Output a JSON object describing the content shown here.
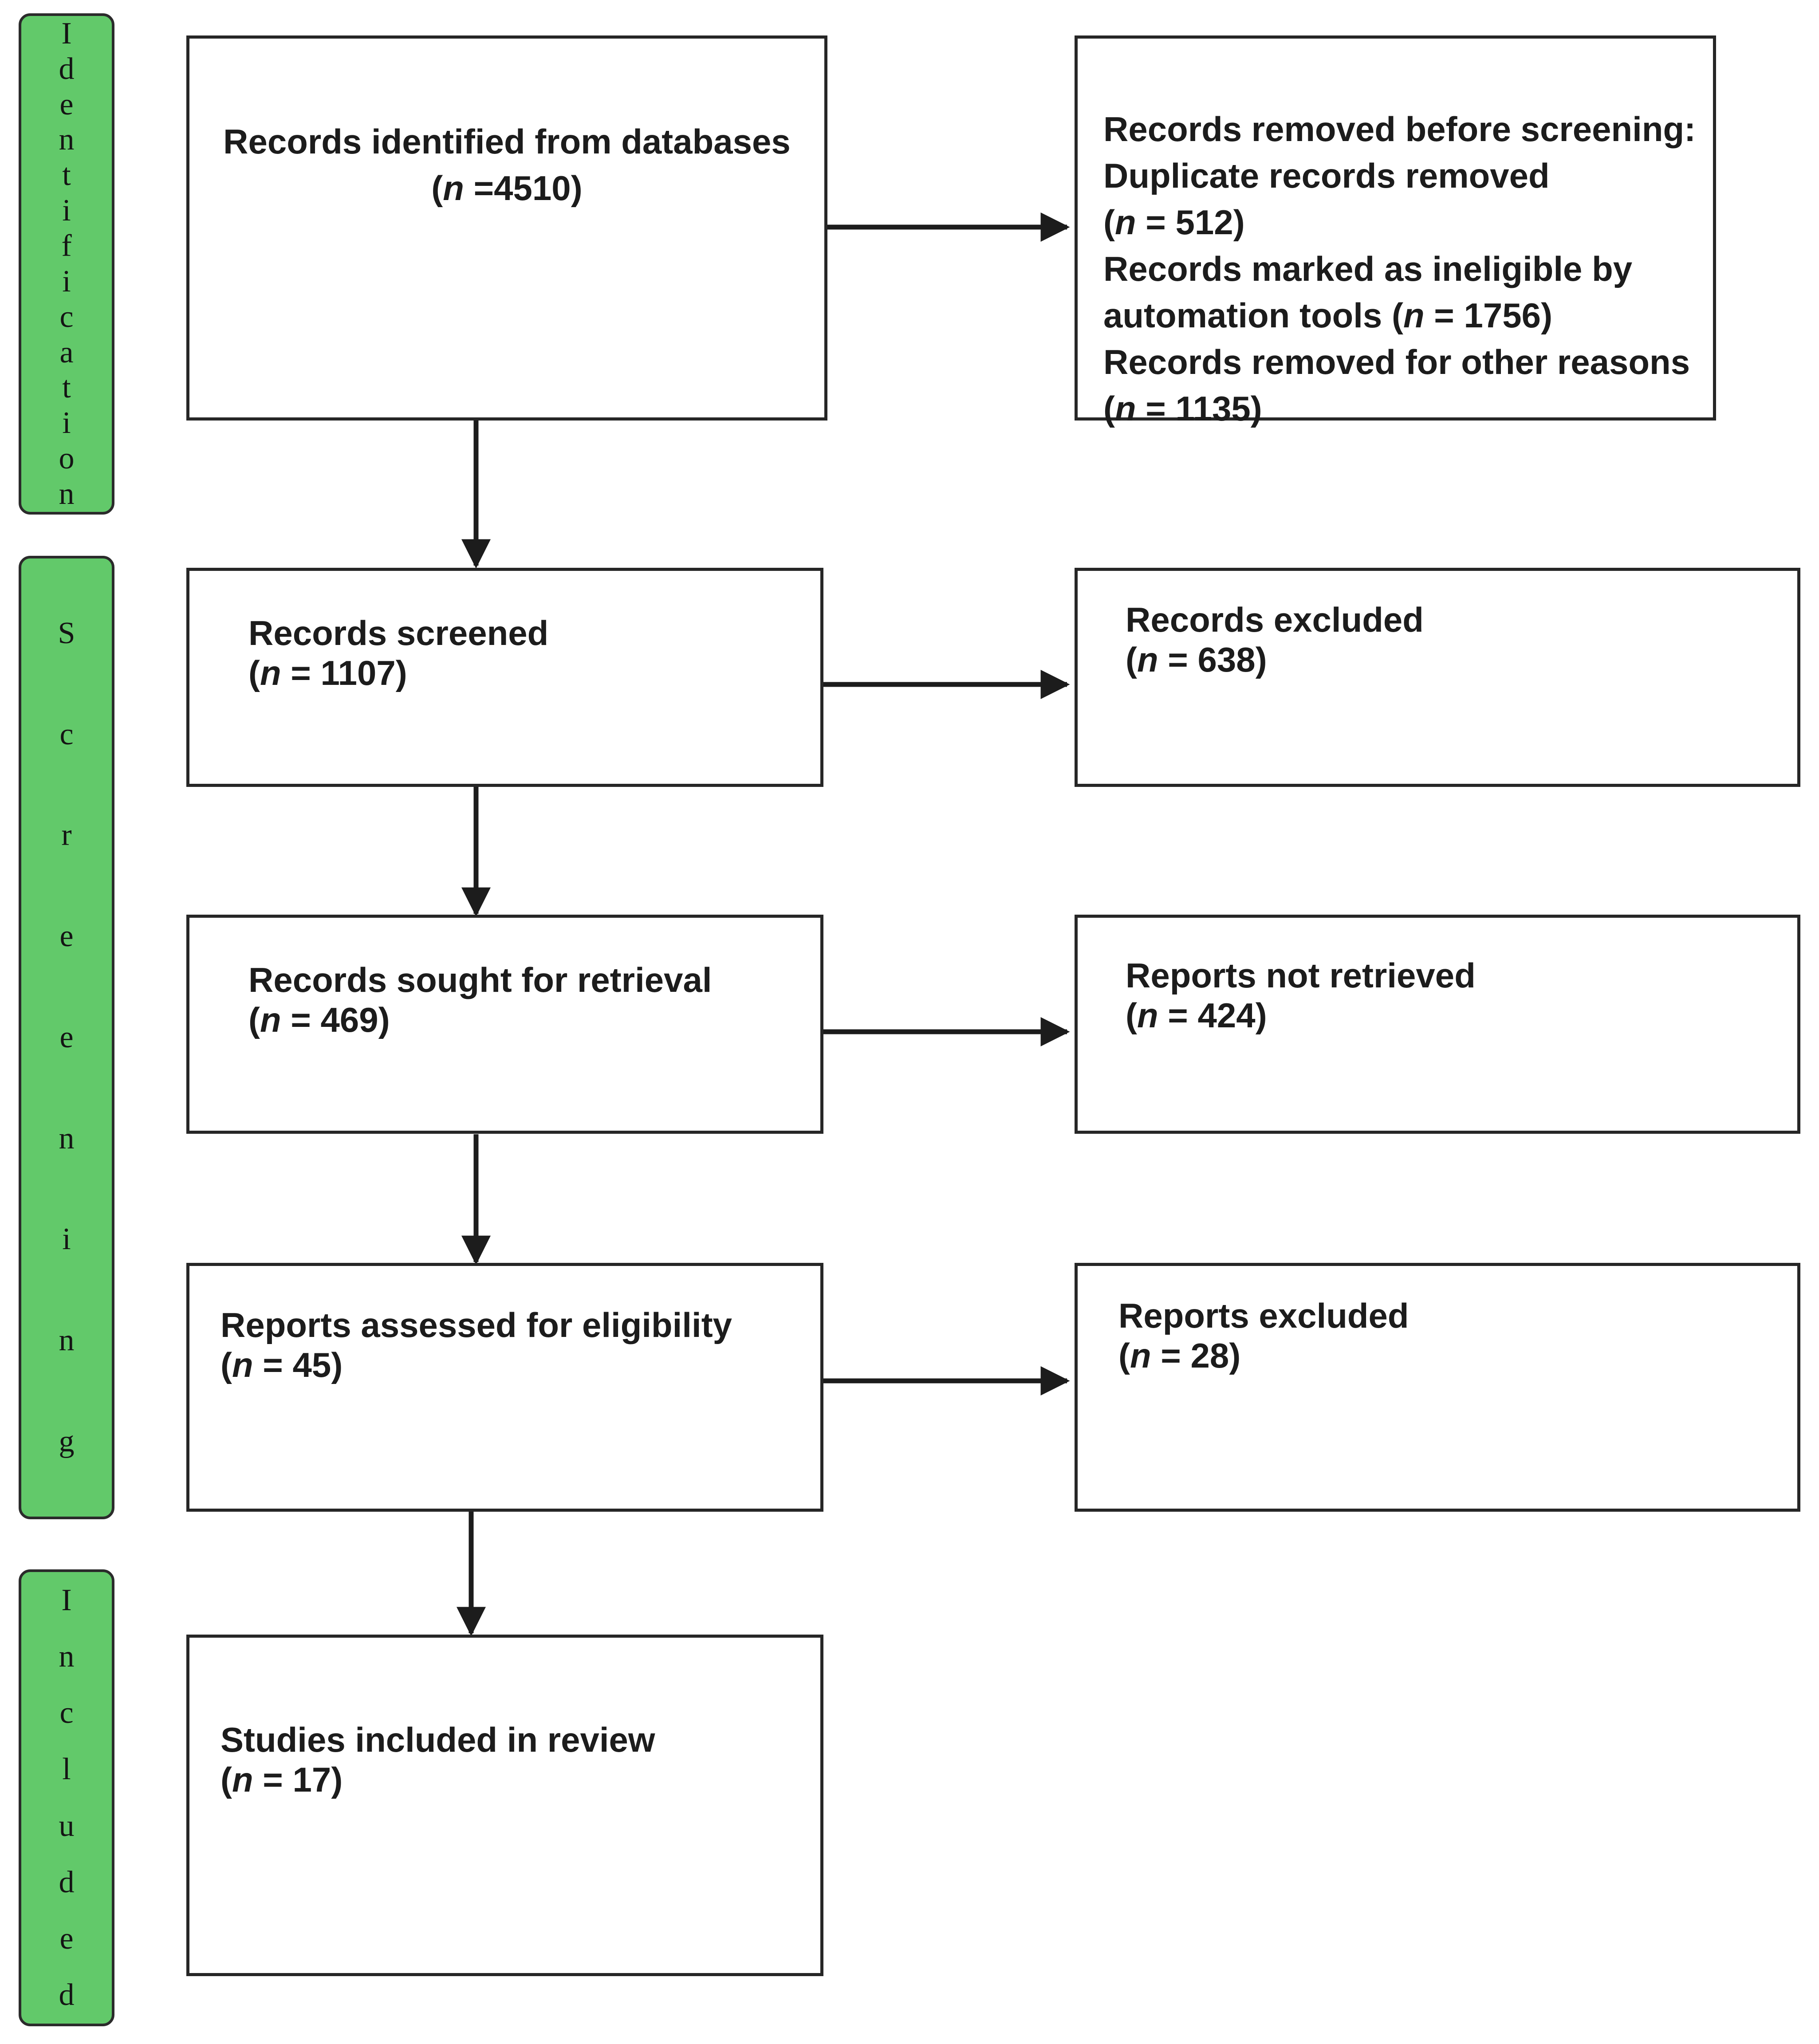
{
  "phases": {
    "identification": "Identification",
    "screening": "Screening",
    "included": "Included"
  },
  "boxes": {
    "identified": {
      "title": "Records identified from databases",
      "count": "4510",
      "count_sep": " ="
    },
    "removed": {
      "line1": "Records removed before screening:",
      "line2": "Duplicate records removed",
      "dup_count": "512",
      "line4": "Records marked as ineligible by",
      "line5": "automation tools",
      "auto_count": "1756",
      "line6": "Records removed for other reasons",
      "other_count": "1135"
    },
    "screened": {
      "title": "Records screened",
      "count": "1107"
    },
    "excluded": {
      "title": "Records excluded",
      "count": "638"
    },
    "sought": {
      "title": "Records sought for retrieval",
      "count": "469"
    },
    "not_retrieved": {
      "title": "Reports not retrieved",
      "count": "424"
    },
    "assessed": {
      "title": "Reports assessed for eligibility",
      "count": "45"
    },
    "reports_excluded": {
      "title": "Reports excluded",
      "count": "28"
    },
    "included": {
      "title": "Studies included in review",
      "count": "17"
    }
  },
  "colors": {
    "phase_fill": "#62c96a",
    "border": "#262626",
    "text": "#1c1c1c"
  }
}
